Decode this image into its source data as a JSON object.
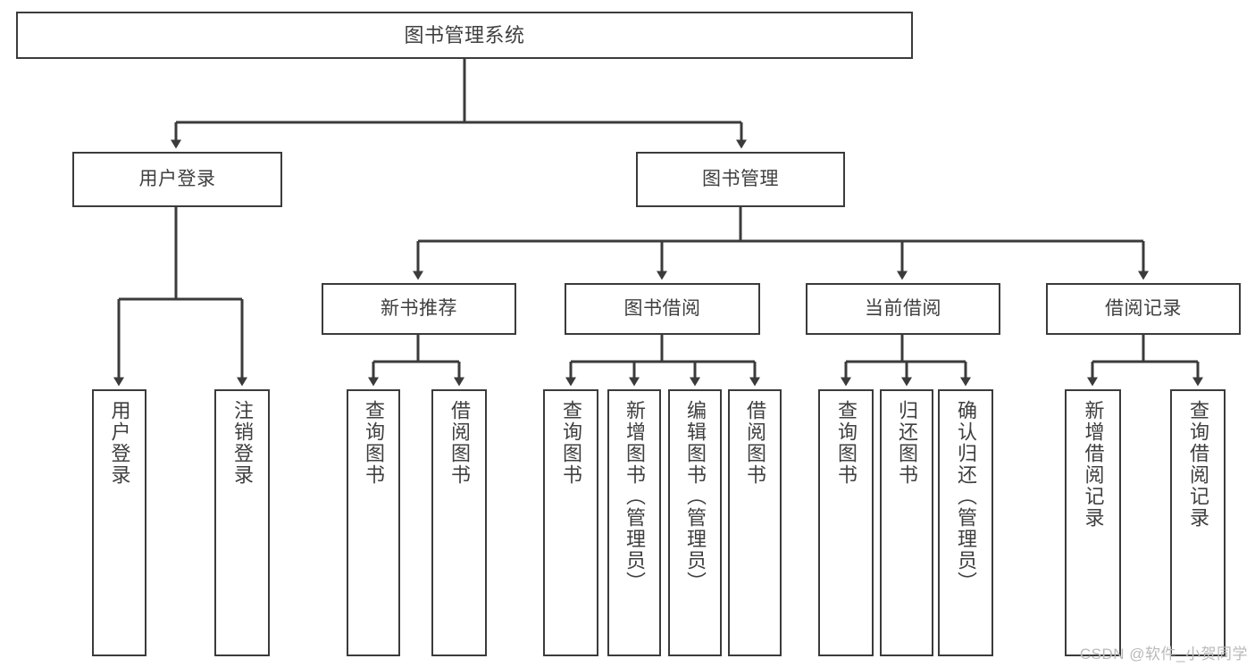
{
  "diagram": {
    "title": "图书管理系统",
    "type": "tree-hierarchy-chart",
    "watermark": "CSDN @软件_小贺同学",
    "colors": {
      "background": "#ffffff",
      "node_fill": "#ffffff",
      "node_border": "#3b3b3b",
      "text": "#3f3f3f",
      "connector": "#3b3b3b",
      "watermark": "#b9b9b9"
    }
  },
  "nodes": {
    "root": {
      "label": "图书管理系统"
    },
    "level2": [
      {
        "id": "user-login",
        "label": "用户登录"
      },
      {
        "id": "book-manage",
        "label": "图书管理"
      }
    ],
    "level3": [
      {
        "id": "new-book-recommend",
        "label": "新书推荐"
      },
      {
        "id": "book-borrow",
        "label": "图书借阅"
      },
      {
        "id": "current-borrow",
        "label": "当前借阅"
      },
      {
        "id": "borrow-record",
        "label": "借阅记录"
      }
    ],
    "leaves": {
      "user-login": [
        {
          "id": "leaf-user-login",
          "label": "用户登录"
        },
        {
          "id": "leaf-logout",
          "label": "注销登录"
        }
      ],
      "new-book-recommend": [
        {
          "id": "leaf-query-book-1",
          "label": "查询图书"
        },
        {
          "id": "leaf-borrow-book-1",
          "label": "借阅图书"
        }
      ],
      "book-borrow": [
        {
          "id": "leaf-query-book-2",
          "label": "查询图书"
        },
        {
          "id": "leaf-add-book",
          "label": "新增图书（管理员）"
        },
        {
          "id": "leaf-edit-book",
          "label": "编辑图书（管理员）"
        },
        {
          "id": "leaf-borrow-book-2",
          "label": "借阅图书"
        }
      ],
      "current-borrow": [
        {
          "id": "leaf-query-book-3",
          "label": "查询图书"
        },
        {
          "id": "leaf-return-book",
          "label": "归还图书"
        },
        {
          "id": "leaf-confirm-return",
          "label": "确认归还（管理员）"
        }
      ],
      "borrow-record": [
        {
          "id": "leaf-add-record",
          "label": "新增借阅记录"
        },
        {
          "id": "leaf-query-record",
          "label": "查询借阅记录"
        }
      ]
    }
  }
}
